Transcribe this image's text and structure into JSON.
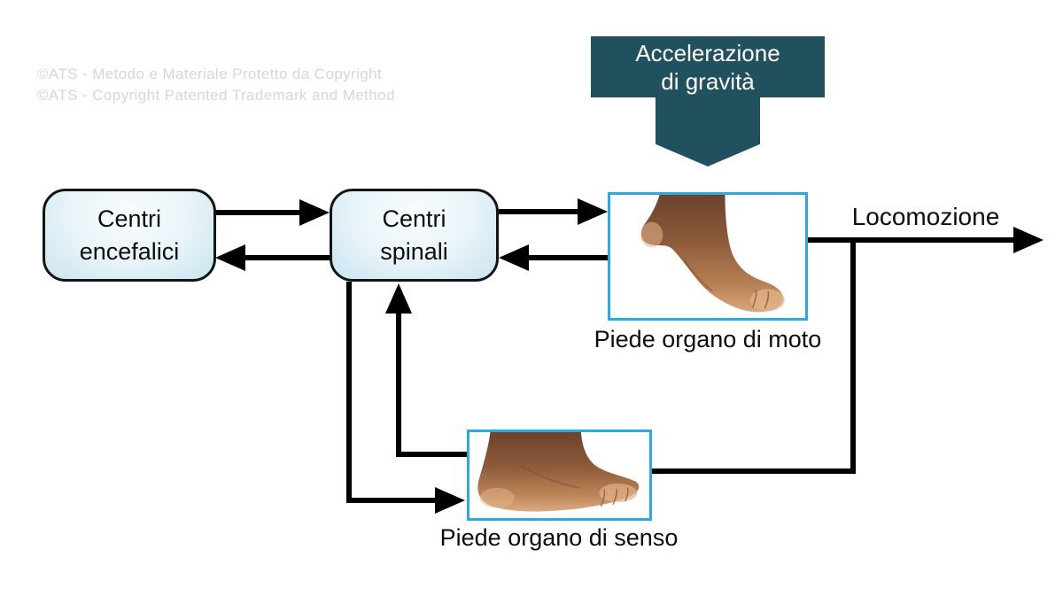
{
  "watermark": {
    "line1": "©ATS - Metodo e Materiale Protetto da Copyright",
    "line2": "©ATS - Copyright Patented Trademark and Method"
  },
  "gravity": {
    "line1": "Accelerazione",
    "line2": "di gravità"
  },
  "nodes": {
    "encefalici": {
      "line1": "Centri",
      "line2": "encefalici"
    },
    "spinali": {
      "line1": "Centri",
      "line2": "spinali"
    },
    "moto": {
      "caption": "Piede organo di moto",
      "image": "foot-on-tiptoe-photo"
    },
    "senso": {
      "caption": "Piede organo di senso",
      "image": "foot-flat-photo"
    }
  },
  "labels": {
    "locomozione": "Locomozione"
  },
  "edges": [
    {
      "from": "accelerazione-di-gravita",
      "to": "piede-organo-di-moto"
    },
    {
      "from": "centri-encefalici",
      "to": "centri-spinali"
    },
    {
      "from": "centri-spinali",
      "to": "centri-encefalici"
    },
    {
      "from": "centri-spinali",
      "to": "piede-organo-di-moto"
    },
    {
      "from": "piede-organo-di-moto",
      "to": "centri-spinali"
    },
    {
      "from": "piede-organo-di-moto",
      "to": "locomozione"
    },
    {
      "from": "locomozione",
      "to": "piede-organo-di-senso"
    },
    {
      "from": "centri-spinali",
      "to": "piede-organo-di-senso"
    },
    {
      "from": "piede-organo-di-senso",
      "to": "centri-spinali"
    }
  ],
  "colors": {
    "banner_teal": "#21505f",
    "node_fill_light": "#f9fdfe",
    "node_fill_dark": "#c9e4ef",
    "node_border": "#141414",
    "photo_border_cyan": "#29abe2",
    "arrow_black": "#000000",
    "watermark_gray": "#d7d7d7"
  }
}
